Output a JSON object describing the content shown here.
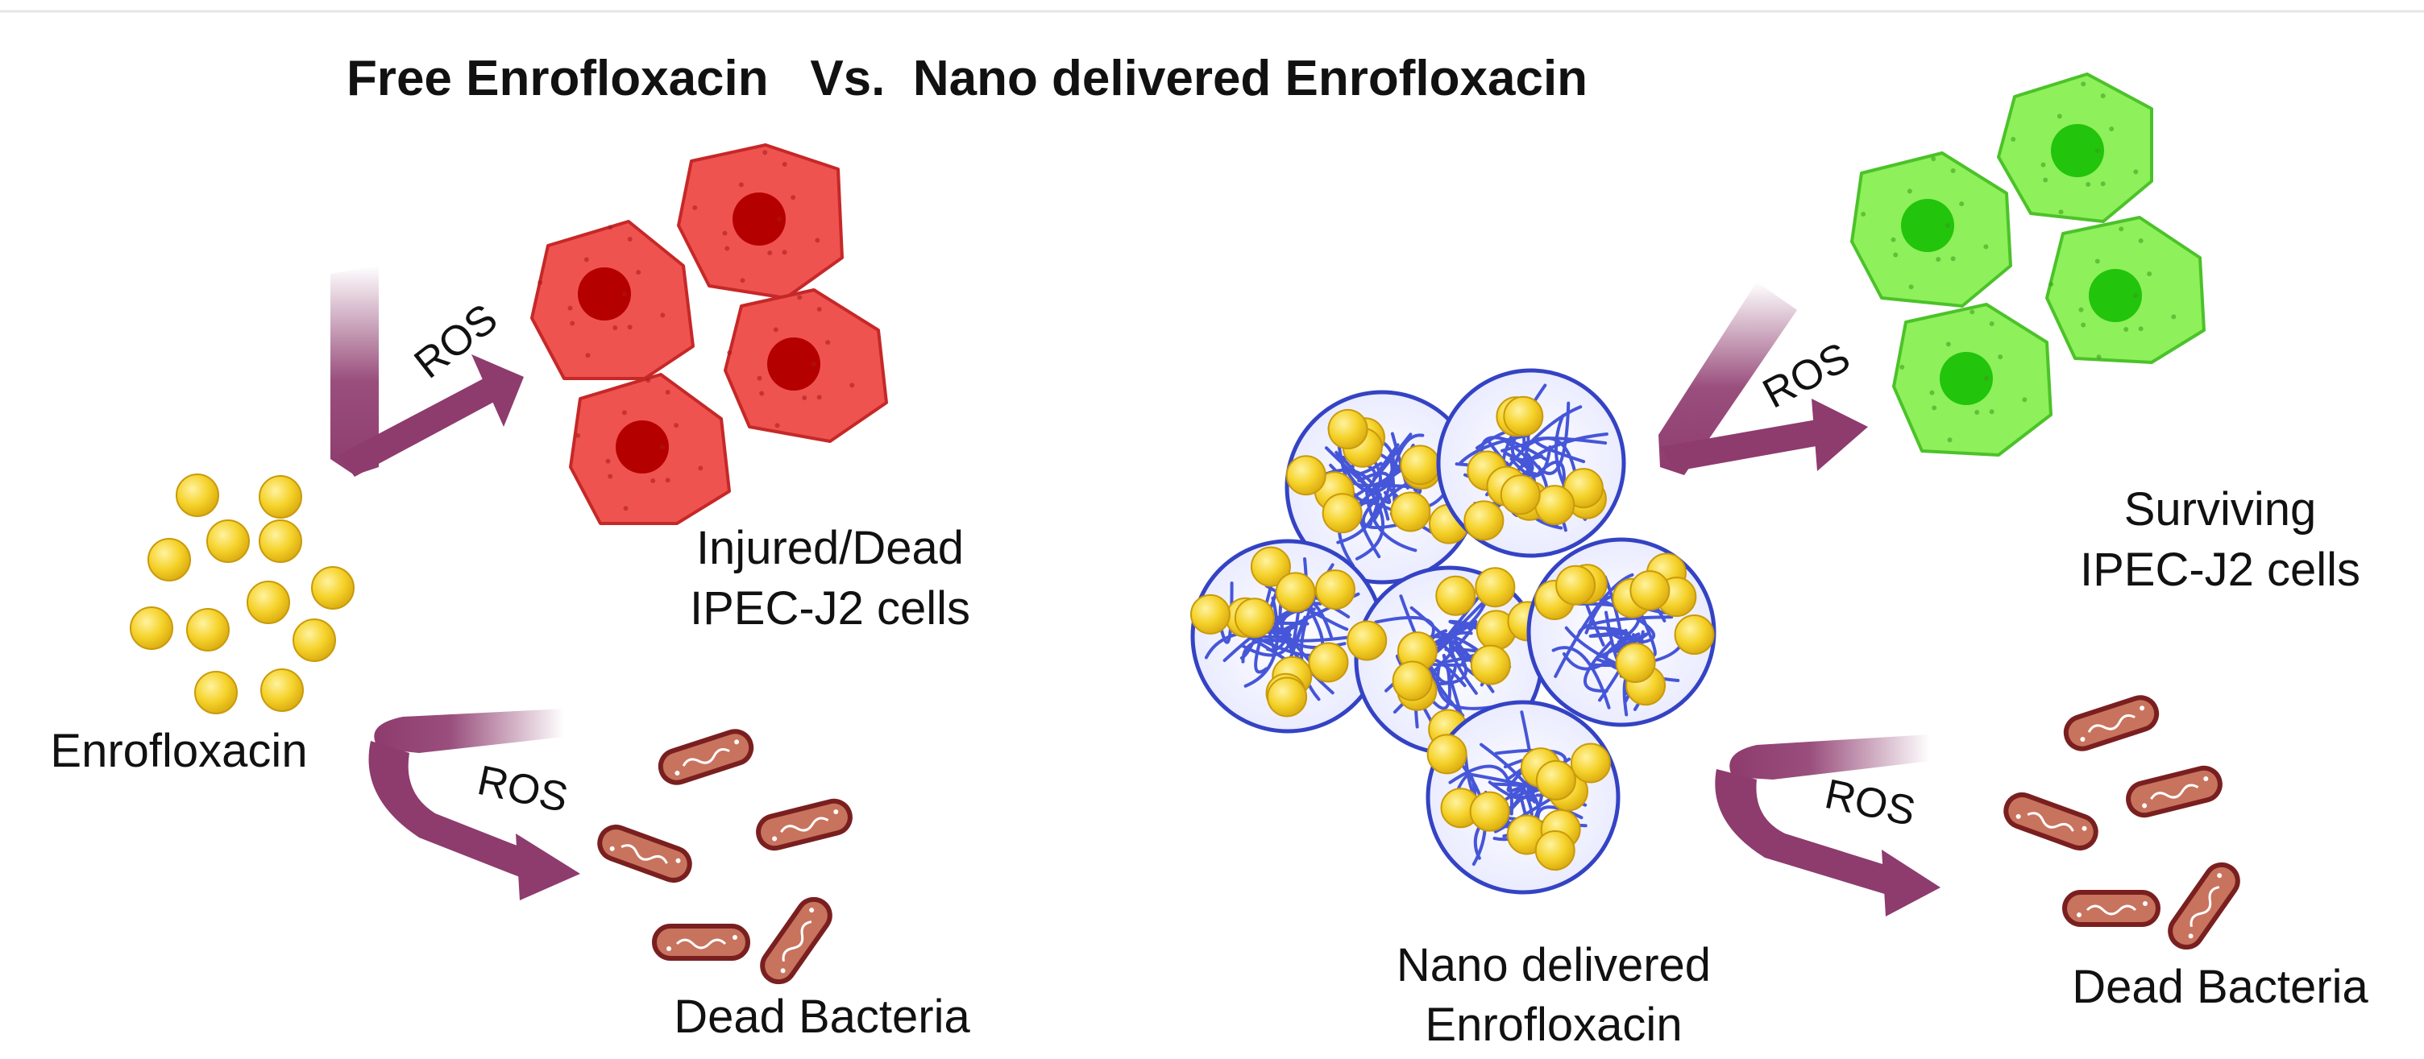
{
  "title": "Free Enrofloxacin   Vs.  Nano delivered Enrofloxacin",
  "left": {
    "drug_label": "Enrofloxacin",
    "cells_label_line1": "Injured/Dead",
    "cells_label_line2": "IPEC-J2 cells",
    "bacteria_label": "Dead Bacteria",
    "ros_cells": "ROS",
    "ros_bacteria": "ROS"
  },
  "right": {
    "drug_label_line1": "Nano delivered",
    "drug_label_line2": "Enrofloxacin",
    "cells_label_line1": "Surviving",
    "cells_label_line2": "IPEC-J2 cells",
    "bacteria_label": "Dead Bacteria",
    "ros_cells": "ROS",
    "ros_bacteria": "ROS"
  },
  "colors": {
    "injured_cell": "#ef5350",
    "injured_nucleus": "#b50000",
    "surviving_cell": "#8ef05a",
    "surviving_nucleus": "#22c40c",
    "bacteria": "#c8735e",
    "drug_particle": "#f5d22a",
    "nanocarrier": "#4656d8",
    "arrow": "#8e3b6e"
  }
}
